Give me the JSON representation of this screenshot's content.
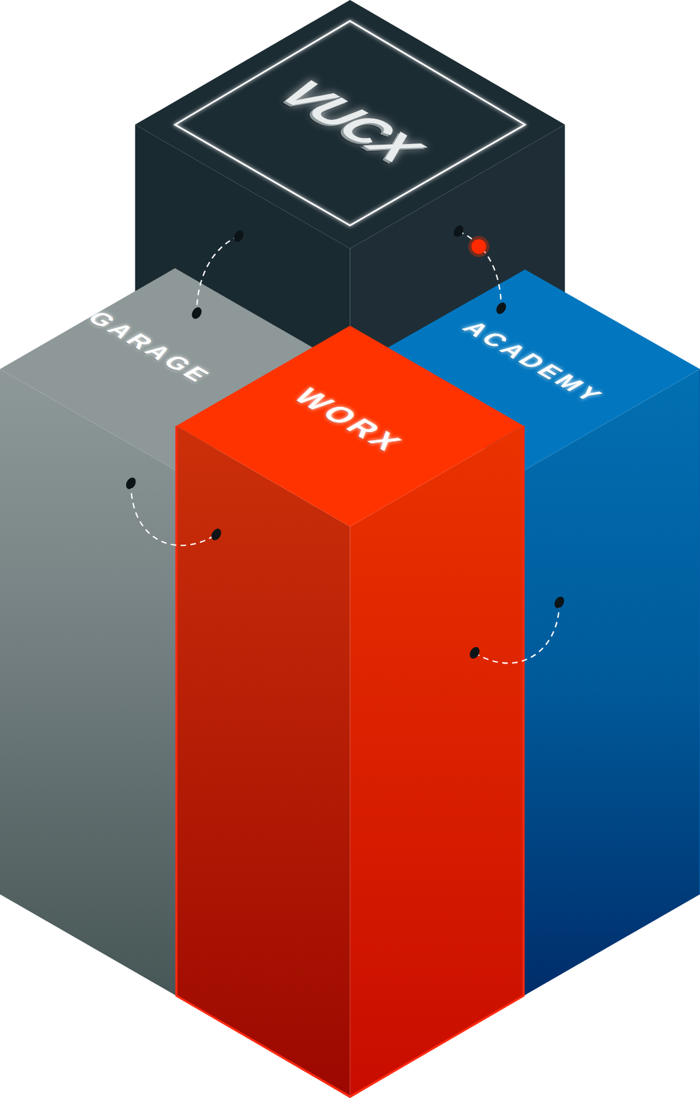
{
  "diagram": {
    "nodes": [
      {
        "text": [
          "VUCX"
        ]
      },
      {
        "text": [
          "GARAGE"
        ]
      },
      {
        "text": [
          "ACADEMY"
        ]
      },
      {
        "text": [
          "WORX"
        ]
      }
    ],
    "edges": [
      {
        "from": 0,
        "to": 1,
        "arrow": "none"
      },
      {
        "from": 0,
        "to": 2,
        "arrow": "none"
      },
      {
        "from": 1,
        "to": 3,
        "arrow": "none"
      },
      {
        "from": 2,
        "to": 3,
        "arrow": "none"
      }
    ]
  }
}
